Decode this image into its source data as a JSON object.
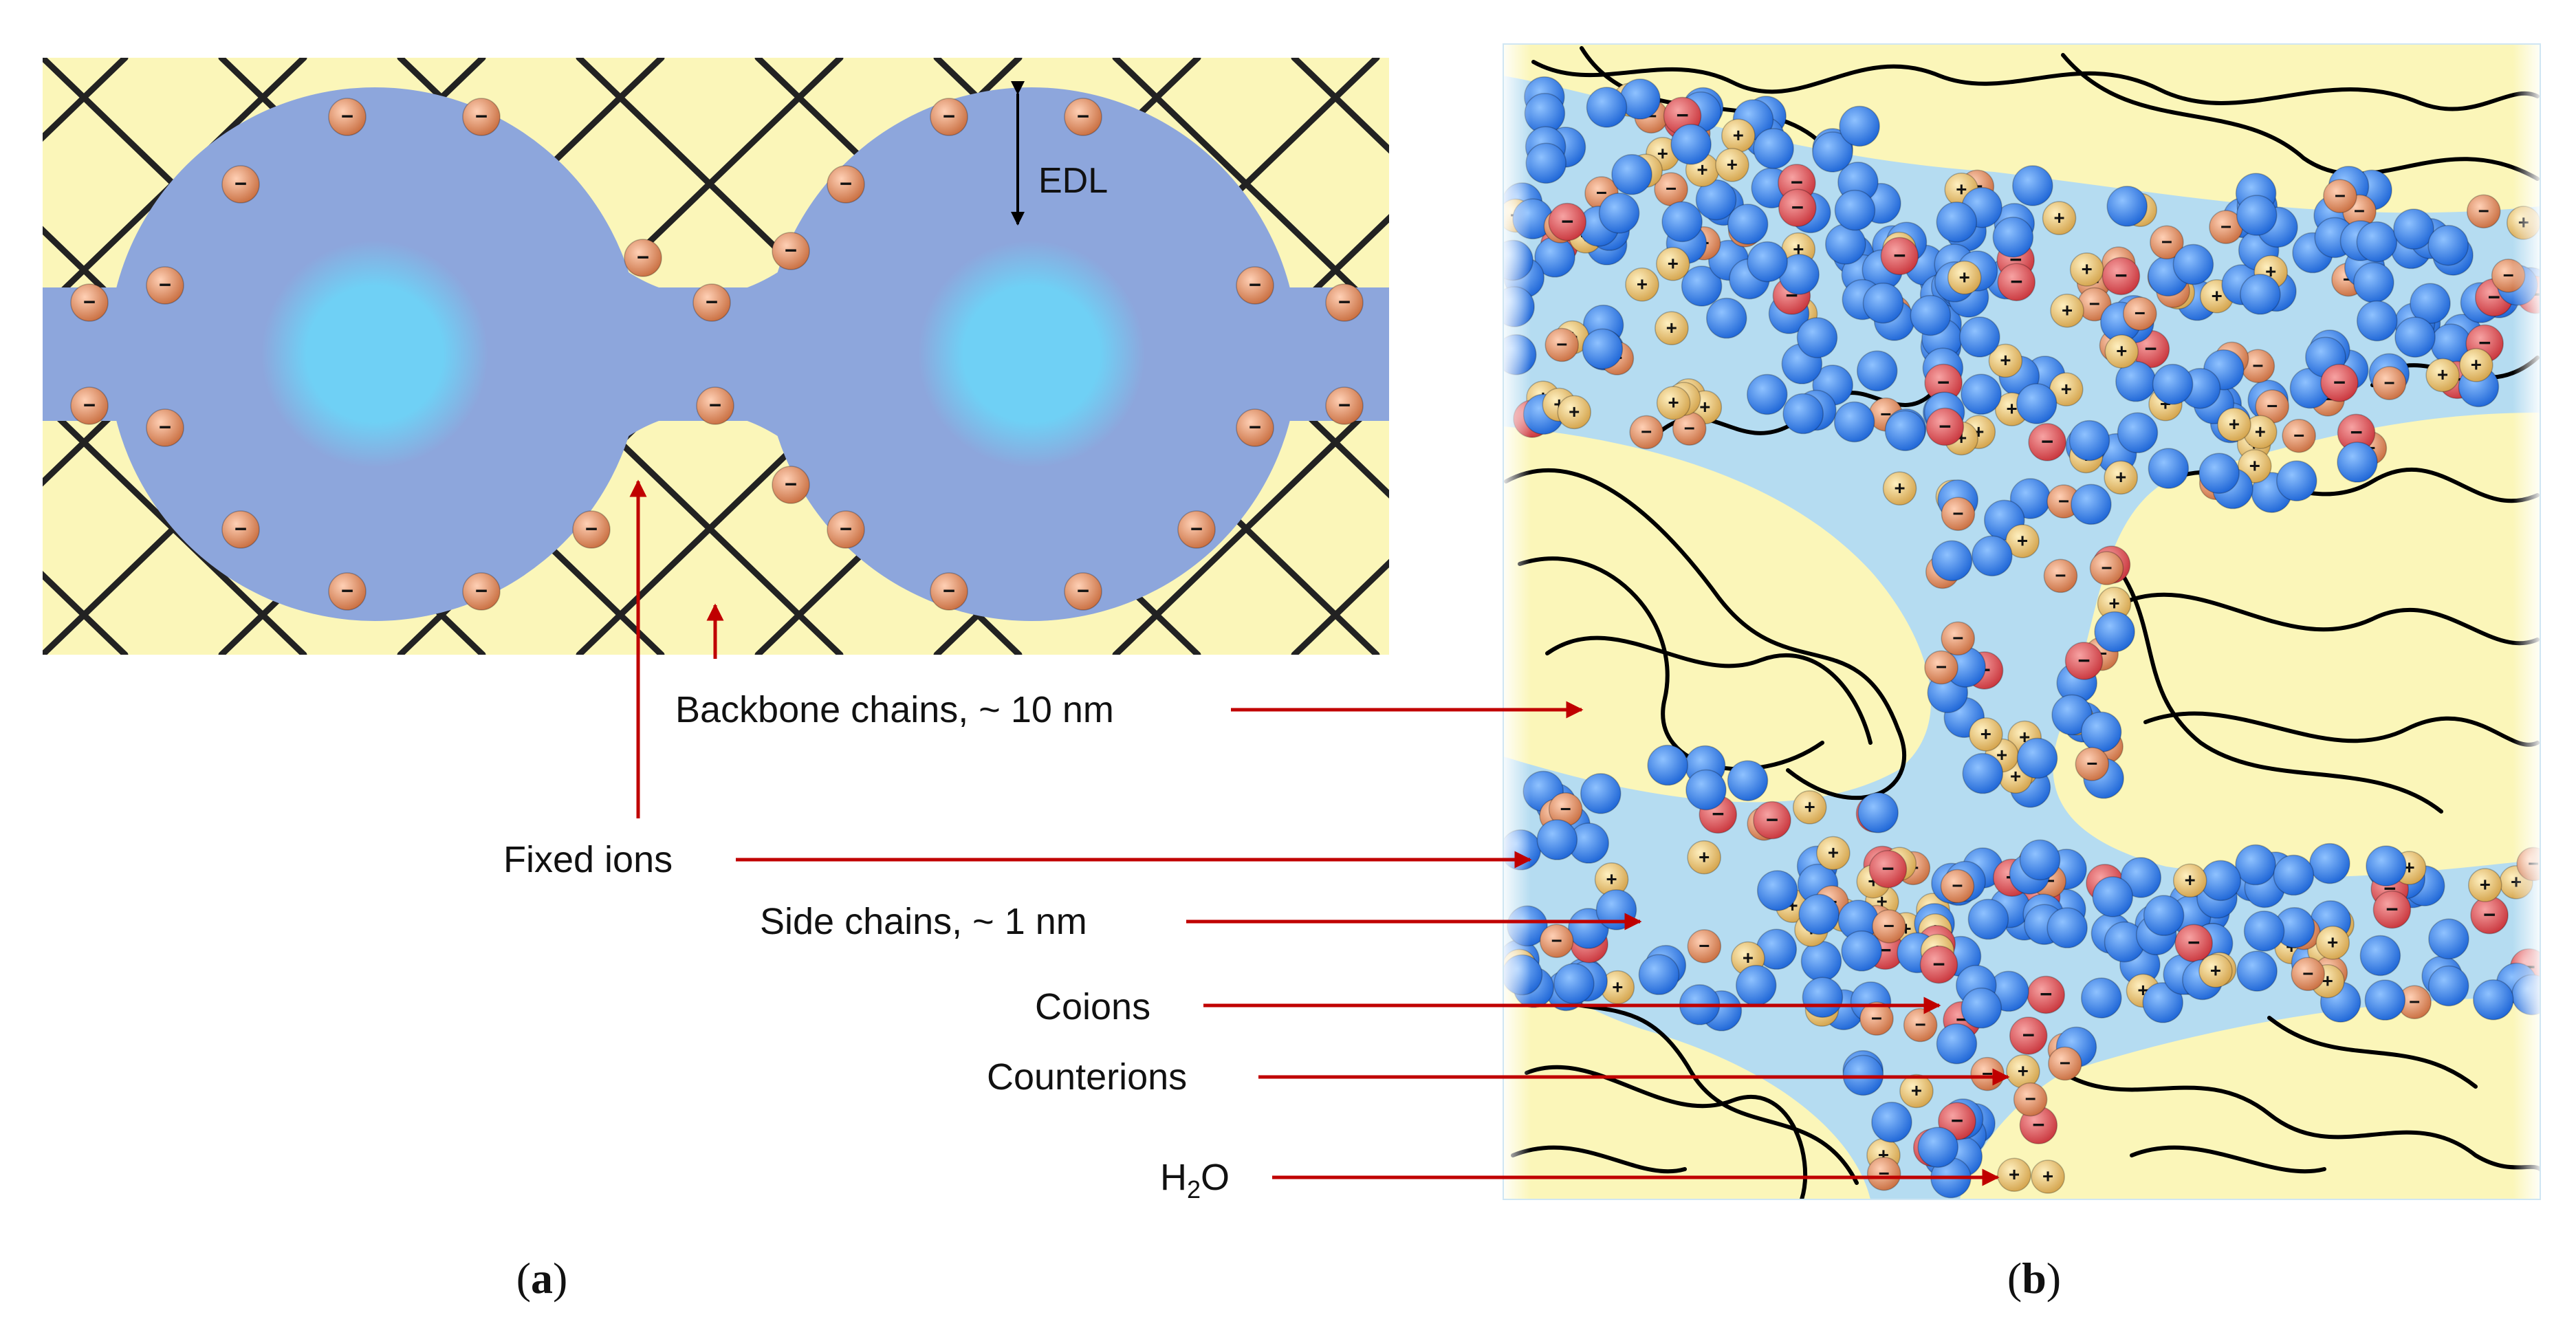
{
  "panel_a": {
    "edl_label": "EDL"
  },
  "labels": {
    "backbone": "Backbone chains, ~ 10 nm",
    "fixed_ions": "Fixed ions",
    "side_chains": "Side chains, ~ 1 nm",
    "coions": "Coions",
    "counterions": "Counterions",
    "water_main": "H",
    "water_sub": "2",
    "water_tail": "O"
  },
  "captions": {
    "a_open": "(",
    "a_letter": "a",
    "a_close": ")",
    "b_open": "(",
    "b_letter": "b",
    "b_close": ")"
  },
  "colors": {
    "polymer_fill": "#fbf6b9",
    "pore_fill": "#8da6dc",
    "pore_core": "#6fd0f5",
    "channel_fill": "#b5dcf1",
    "water": "#2f7fe8",
    "coion": "#e0565c",
    "counterion": "#e8c574",
    "fixed_ion": "#e29a74",
    "chain": "#000000",
    "arrow": "#c00000"
  },
  "symbols": {
    "minus": "−",
    "plus": "+"
  }
}
